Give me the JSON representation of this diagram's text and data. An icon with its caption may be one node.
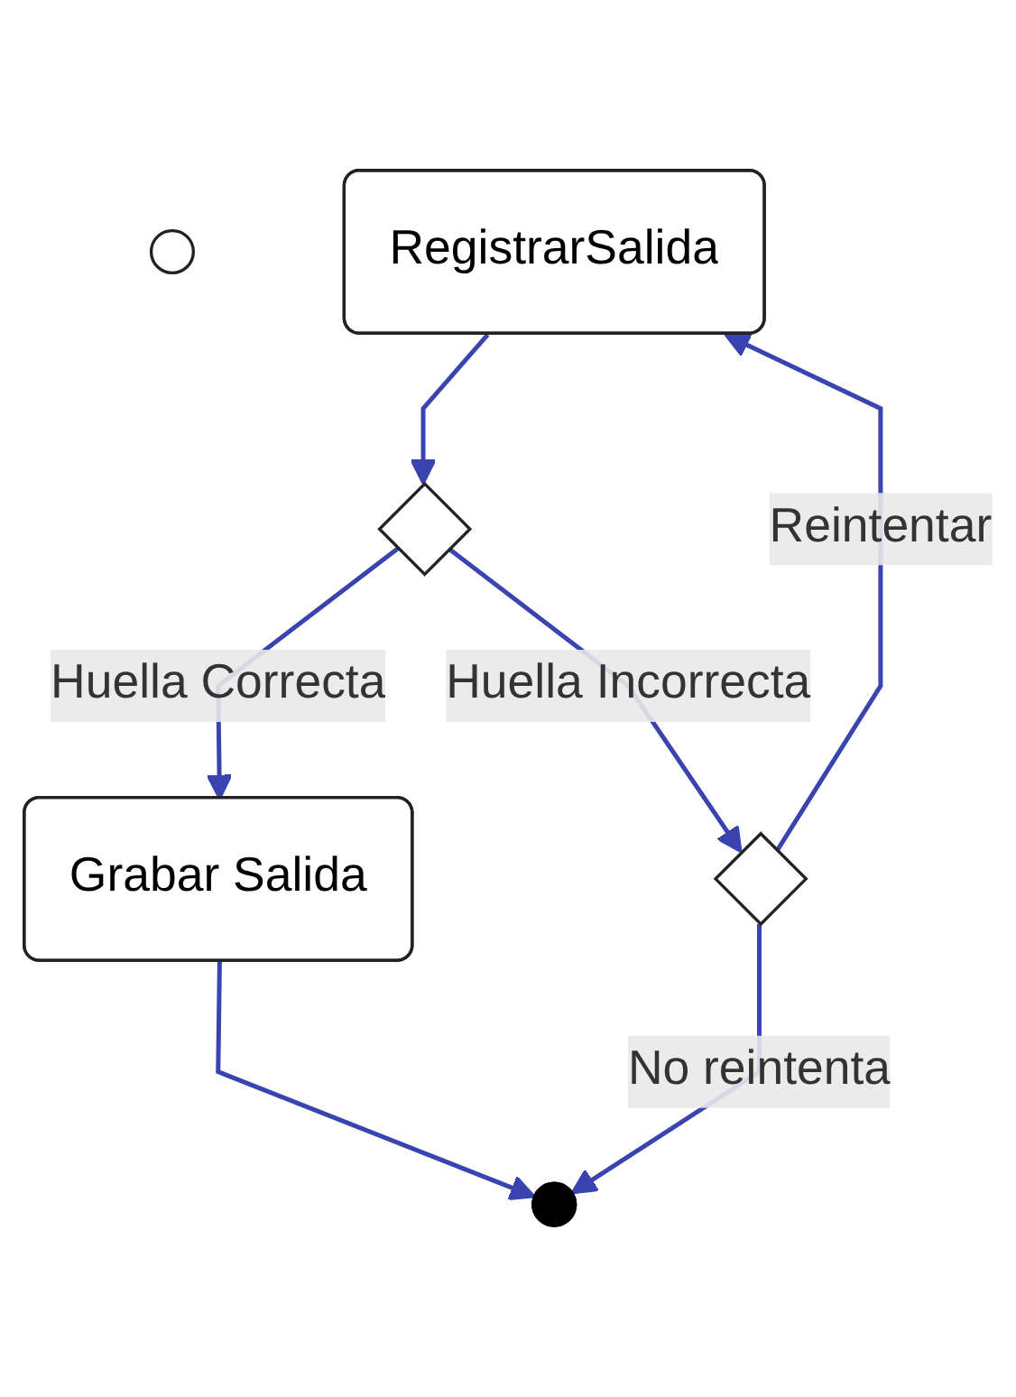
{
  "diagram": {
    "nodes": [
      {
        "text": [],
        "shape": "circle"
      },
      {
        "text": [
          "RegistrarSalida"
        ]
      },
      {
        "text": [],
        "shape": "diamond"
      },
      {
        "text": [],
        "shape": "diamond"
      },
      {
        "text": [
          "Grabar Salida"
        ]
      },
      {
        "text": [],
        "shape": "circle"
      }
    ],
    "edges": [
      {
        "from": 1,
        "to": 2,
        "arrow": "to"
      },
      {
        "from": 2,
        "to": 3,
        "label": "Huella Incorrecta",
        "arrow": "to"
      },
      {
        "from": 3,
        "to": 1,
        "label": "Reintentar",
        "arrow": "to"
      },
      {
        "from": 2,
        "to": 4,
        "label": "Huella Correcta",
        "arrow": "to"
      },
      {
        "from": 4,
        "to": 5,
        "arrow": "to"
      },
      {
        "from": 3,
        "to": 5,
        "label": "No reintenta",
        "arrow": "to"
      }
    ]
  }
}
